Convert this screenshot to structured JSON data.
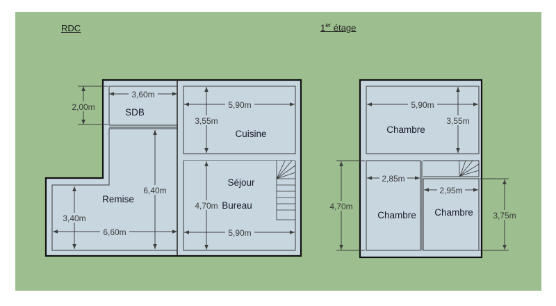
{
  "titles": {
    "ground": "RDC",
    "upper_main": "1",
    "upper_sup": "er",
    "upper_rest": " étage"
  },
  "ground_floor": {
    "rooms": {
      "sdb": "SDB",
      "remise": "Remise",
      "cuisine": "Cuisine",
      "sejour": "Séjour",
      "bureau": "Bureau"
    },
    "dims": {
      "sdb_width": "3,60m",
      "sdb_height": "2,00m",
      "remise_height": "6,40m",
      "remise_left_height": "3,40m",
      "remise_width": "6,60m",
      "cuisine_width": "5,90m",
      "cuisine_height": "3,55m",
      "sejour_height": "4,70m",
      "sejour_width": "5,90m"
    }
  },
  "upper_floor": {
    "rooms": {
      "top": "Chambre",
      "bottom_left": "Chambre",
      "bottom_right": "Chambre"
    },
    "dims": {
      "top_width": "5,90m",
      "top_height": "3,55m",
      "bl_width": "2,85m",
      "br_width": "2,95m",
      "left_height": "4,70m",
      "right_height": "3,75m"
    }
  }
}
